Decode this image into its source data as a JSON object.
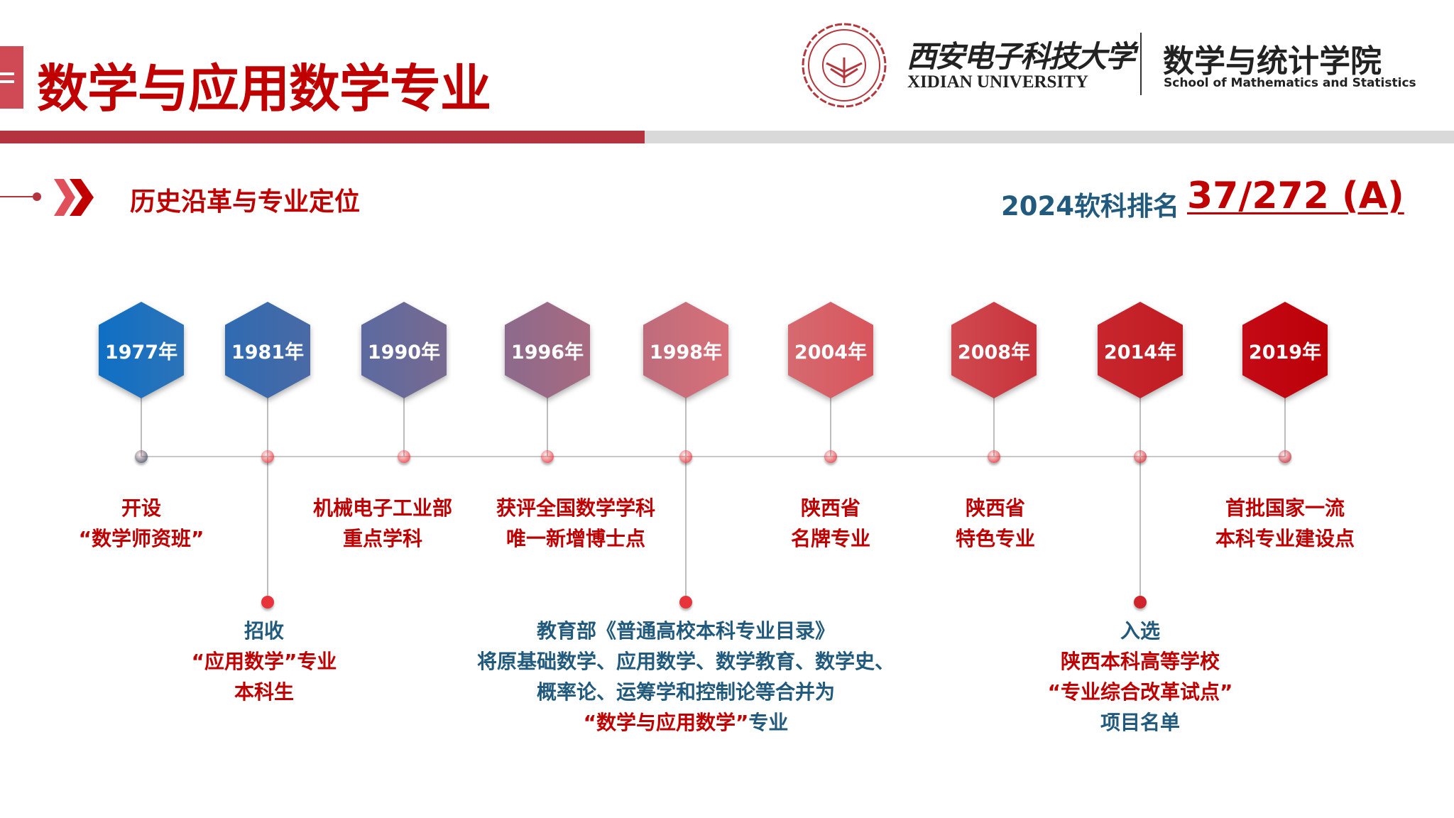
{
  "header": {
    "title": "数学与应用数学专业",
    "logo": {
      "university_cn": "西安电子科技大学",
      "university_en": "XIDIAN UNIVERSITY",
      "school_cn": "数学与统计学院",
      "school_en": "School of Mathematics and Statistics"
    }
  },
  "section": {
    "title": "历史沿革与专业定位",
    "ranking_label": "2024软科排名",
    "ranking_value": "37/272 (A)"
  },
  "colors": {
    "red": "#c00000",
    "blue": "#215a7c",
    "bar_red": "#b5333e",
    "bar_gray": "#d9d9d9"
  },
  "timeline": [
    {
      "year": "1977年",
      "hex_color": [
        "#0f6fc4",
        "#2c73b8"
      ],
      "dot_color": "#3a4a63",
      "position": "upper",
      "lines": [
        [
          {
            "t": "开设",
            "c": "red"
          }
        ],
        [
          {
            "t": "“数学师资班”",
            "c": "red"
          }
        ]
      ]
    },
    {
      "year": "1981年",
      "hex_color": [
        "#2f6bb2",
        "#4a6aa5"
      ],
      "dot_color": "#e8333a",
      "position": "lower",
      "lines": [
        [
          {
            "t": "招收",
            "c": "blue"
          }
        ],
        [
          {
            "t": "“应用数学”专业",
            "c": "red"
          }
        ],
        [
          {
            "t": "本科生",
            "c": "red"
          }
        ]
      ]
    },
    {
      "year": "1990年",
      "hex_color": [
        "#5c6aa0",
        "#786a90"
      ],
      "dot_color": "#e8333a",
      "position": "upper",
      "lines": [
        [
          {
            "t": "机械电子工业部",
            "c": "red"
          }
        ],
        [
          {
            "t": "重点学科",
            "c": "red"
          }
        ]
      ]
    },
    {
      "year": "1996年",
      "hex_color": [
        "#8c6a8c",
        "#a86a80"
      ],
      "dot_color": "#e8333a",
      "position": "upper",
      "lines": [
        [
          {
            "t": "获评全国数学学科",
            "c": "red"
          }
        ],
        [
          {
            "t": "唯一新增博士点",
            "c": "red"
          }
        ]
      ]
    },
    {
      "year": "1998年",
      "hex_color": [
        "#be6c7c",
        "#d87078"
      ],
      "dot_color": "#e8333a",
      "position": "lower",
      "lines": [
        [
          {
            "t": "教育部《普通高校本科专业目录》",
            "c": "blue"
          }
        ],
        [
          {
            "t": "将原基础数学、应用数学、数学教育、数学史、",
            "c": "blue"
          }
        ],
        [
          {
            "t": "概率论、运筹学和控制论等合并为",
            "c": "blue"
          }
        ],
        [
          {
            "t": "“数学与应用数学”",
            "c": "red"
          },
          {
            "t": "专业",
            "c": "blue"
          }
        ]
      ]
    },
    {
      "year": "2004年",
      "hex_color": [
        "#d66a70",
        "#d8555c"
      ],
      "dot_color": "#e03038",
      "position": "upper",
      "lines": [
        [
          {
            "t": "陕西省",
            "c": "red"
          }
        ],
        [
          {
            "t": "名牌专业",
            "c": "red"
          }
        ]
      ]
    },
    {
      "year": "2008年",
      "hex_color": [
        "#d04a50",
        "#c8323a"
      ],
      "dot_color": "#dc2a32",
      "position": "upper",
      "lines": [
        [
          {
            "t": "陕西省",
            "c": "red"
          }
        ],
        [
          {
            "t": "特色专业",
            "c": "red"
          }
        ]
      ]
    },
    {
      "year": "2014年",
      "hex_color": [
        "#c8262e",
        "#c01c22"
      ],
      "dot_color": "#d0242c",
      "position": "lower",
      "lines": [
        [
          {
            "t": "入选",
            "c": "blue"
          }
        ],
        [
          {
            "t": "陕西本科高等学校",
            "c": "red"
          }
        ],
        [
          {
            "t": "“专业综合改革试点”",
            "c": "red"
          }
        ],
        [
          {
            "t": "项目名单",
            "c": "blue"
          }
        ]
      ]
    },
    {
      "year": "2019年",
      "hex_color": [
        "#c40a16",
        "#bc0008"
      ],
      "dot_color": "#c02030",
      "position": "upper",
      "lines": [
        [
          {
            "t": "首批国家一流",
            "c": "red"
          }
        ],
        [
          {
            "t": "本科专业建设点",
            "c": "red"
          }
        ]
      ]
    }
  ]
}
